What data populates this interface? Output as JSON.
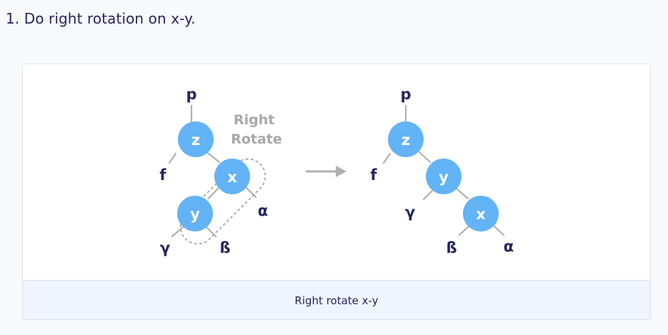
{
  "step": {
    "text": "1. Do right rotation on x-y."
  },
  "figure": {
    "caption": "Right rotate x-y",
    "operation_label": [
      "Right",
      "Rotate"
    ],
    "colors": {
      "node_fill": "#63b3f7",
      "edge": "#b0b0b0",
      "label": "#25265e",
      "annotation": "#a8a8a8",
      "dashed_outline": "#9f9f9f"
    },
    "before": {
      "nodes": [
        "z",
        "x",
        "y"
      ],
      "subtrees": [
        "p",
        "f",
        "α",
        "γ",
        "ß"
      ]
    },
    "after": {
      "nodes": [
        "z",
        "y",
        "x"
      ],
      "subtrees": [
        "p",
        "f",
        "γ",
        "ß",
        "α"
      ]
    }
  }
}
